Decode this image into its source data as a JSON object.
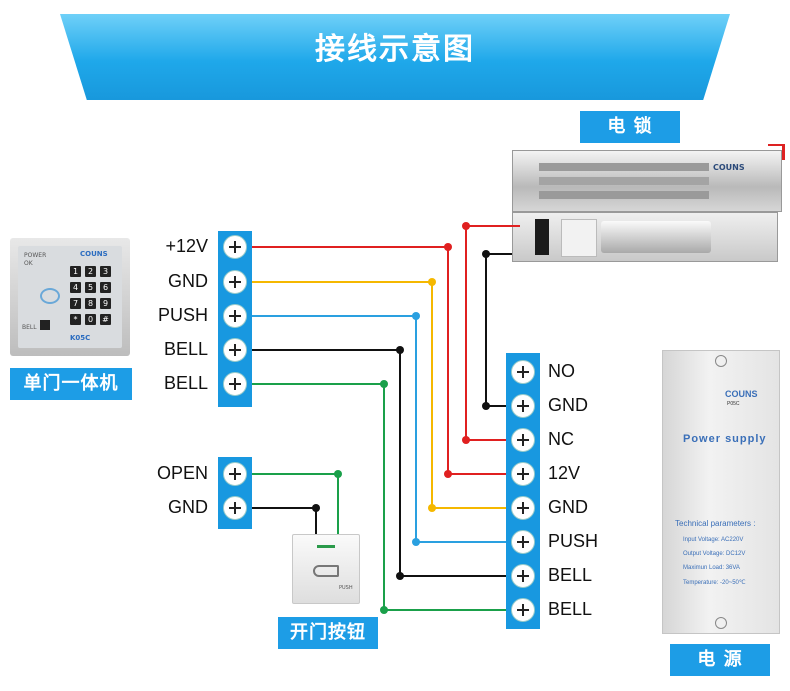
{
  "title": "接线示意图",
  "tags": {
    "lock": "电 锁",
    "controller": "单门一体机",
    "exit_button": "开门按钮",
    "power": "电 源"
  },
  "controller_terminals": [
    "+12V",
    "GND",
    "PUSH",
    "BELL",
    "BELL"
  ],
  "button_terminals": [
    "OPEN",
    "GND"
  ],
  "power_terminals": [
    "NO",
    "GND",
    "NC",
    "12V",
    "GND",
    "PUSH",
    "BELL",
    "BELL"
  ],
  "power_supply": {
    "brand": "COUNS",
    "model": "P05C",
    "heading": "Power supply",
    "params_title": "Technical parameters :",
    "params": [
      "Input Voltage: AC220V",
      "Output Voltage: DC12V",
      "Maximun Load: 36VA",
      "Temperature: -20~50℃"
    ]
  },
  "keypad": {
    "brand": "COUNS",
    "model": "K05C",
    "indicators": [
      "POWER",
      "OK"
    ],
    "bell_label": "BELL",
    "keys": [
      "1",
      "2",
      "3",
      "4",
      "5",
      "6",
      "7",
      "8",
      "9",
      "*",
      "0",
      "#"
    ]
  },
  "lock": {
    "brand": "COUNS"
  },
  "exit_button": {
    "label": "PUSH"
  },
  "colors": {
    "red": "#e02020",
    "yellow": "#f5b800",
    "blue": "#2aa0e0",
    "black": "#111111",
    "green": "#1aa04a",
    "accent": "#1d9de6"
  }
}
